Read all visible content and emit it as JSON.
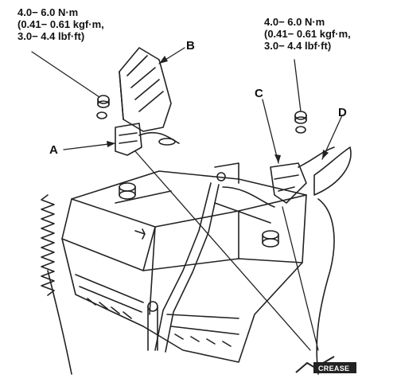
{
  "torque_left": {
    "line1": "4.0− 6.0 N·m",
    "line2": "(0.41− 0.61 kgf·m,",
    "line3": "3.0− 4.4 lbf·ft)"
  },
  "torque_right": {
    "line1": "4.0− 6.0 N·m",
    "line2": "(0.41− 0.61 kgf·m,",
    "line3": "3.0− 4.4 lbf·ft)"
  },
  "callouts": {
    "a": "A",
    "b": "B",
    "c": "C",
    "d": "D"
  },
  "symbol": {
    "label": "CREASE"
  }
}
